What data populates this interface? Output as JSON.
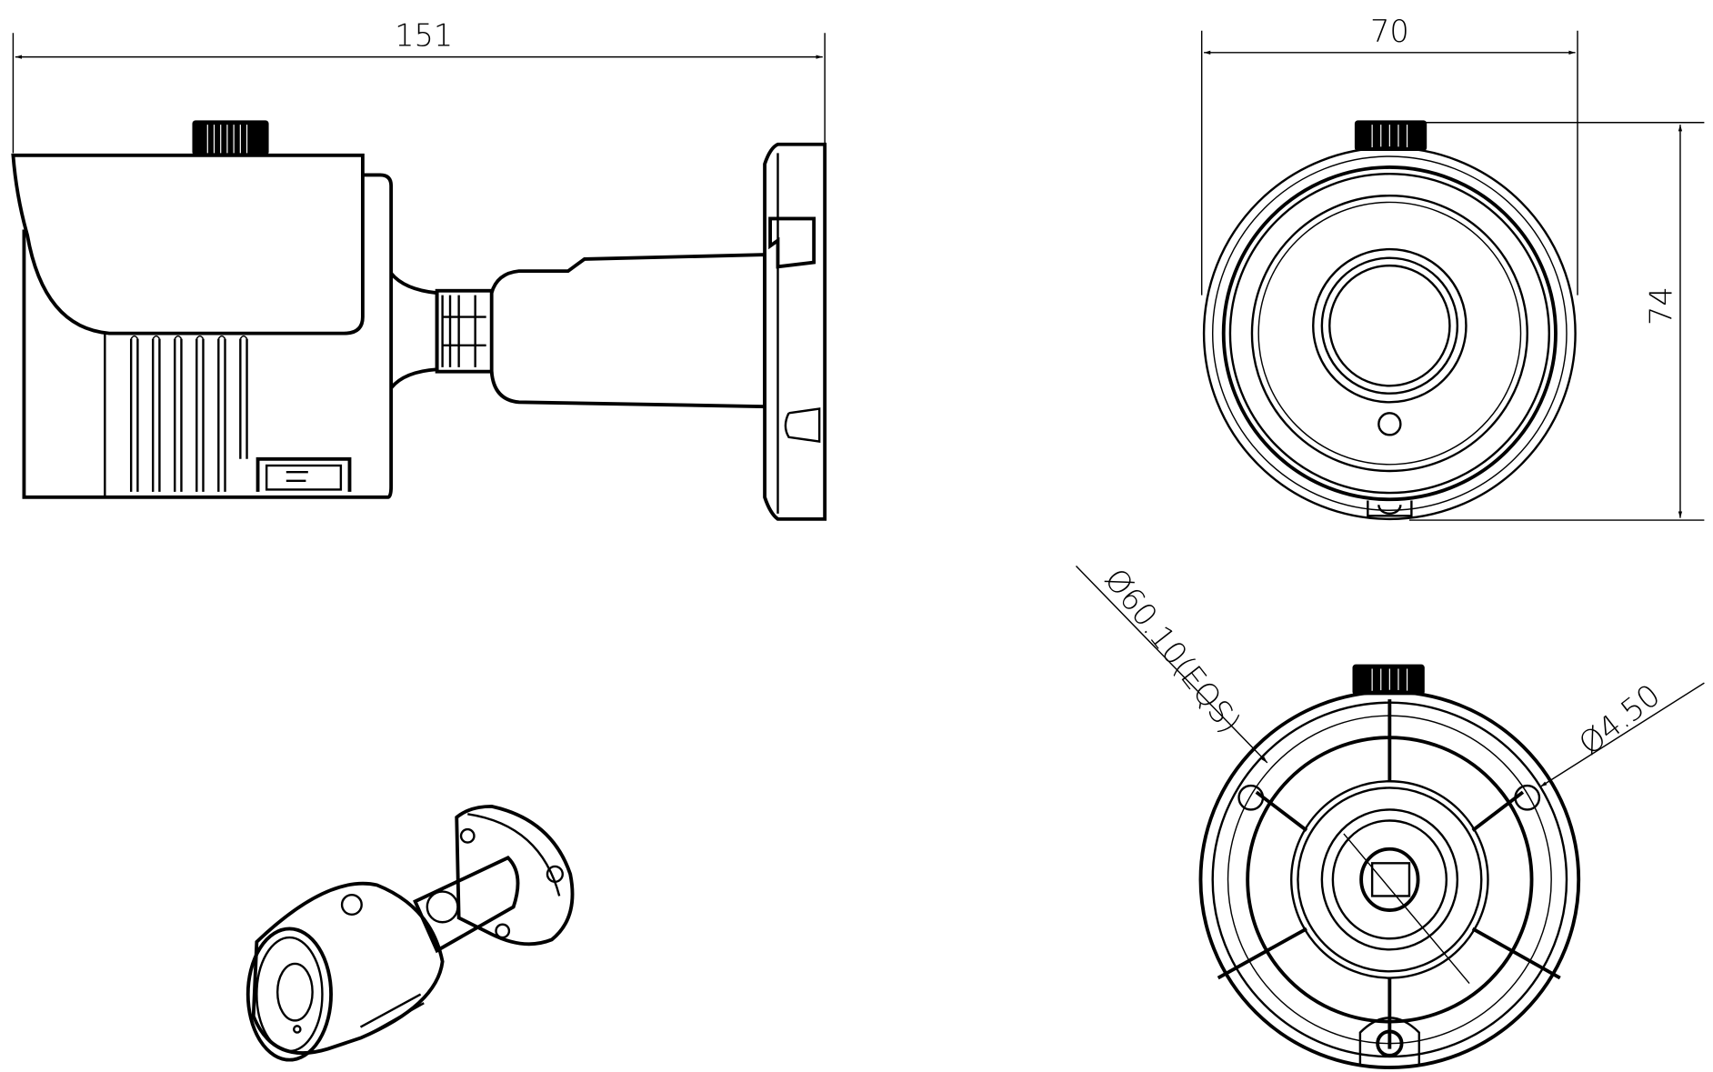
{
  "drawing": {
    "side_view": {
      "width_dimension": "151"
    },
    "front_view": {
      "width_dimension": "70",
      "height_dimension": "74"
    },
    "rear_view": {
      "mount_circle_dimension": "Ø60.10(EQS)",
      "hole_dimension": "Ø4.50"
    },
    "colors": {
      "line": "#000000",
      "background": "#ffffff"
    }
  }
}
